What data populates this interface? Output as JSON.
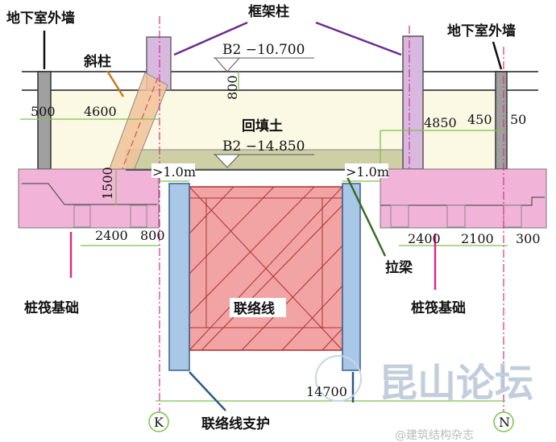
{
  "labels": {
    "wall_left": "地下室外墙",
    "wall_right": "地下室外墙",
    "frame_column": "框架柱",
    "inclined_column": "斜柱",
    "backfill": "回填土",
    "tie_beam": "拉梁",
    "raft_left": "桩筏基础",
    "raft_right": "桩筏基础",
    "tunnel": "联络线",
    "tunnel_support": "联络线支护"
  },
  "elevations": {
    "top": "B2 −10.700",
    "bottom": "B2 −14.850"
  },
  "dimensions": {
    "d800": "800",
    "d500": "500",
    "d4600": "4600",
    "d1500": "1500",
    "gap_left": ">1.0m",
    "gap_right": ">1.0m",
    "d4850": "4850",
    "d450": "450",
    "d50": "50",
    "l2400": "2400",
    "l800": "800",
    "r2400": "2400",
    "r2100": "2100",
    "r300": "300",
    "d14700": "14700"
  },
  "axes": {
    "left": "K",
    "right": "N"
  },
  "watermark": {
    "forum": "昆山论坛",
    "source": "@建筑结构杂志"
  },
  "colors": {
    "raft": "#f2b3d9",
    "tunnel": "#f2a3a3",
    "support": "#a9c8e8",
    "backfill": "#fbf8e4",
    "column": "#d9b8e0",
    "inclined": "#f0c39a",
    "beam": "#c9c9a0",
    "wall": "#999999",
    "dim": "#7cc24a"
  }
}
